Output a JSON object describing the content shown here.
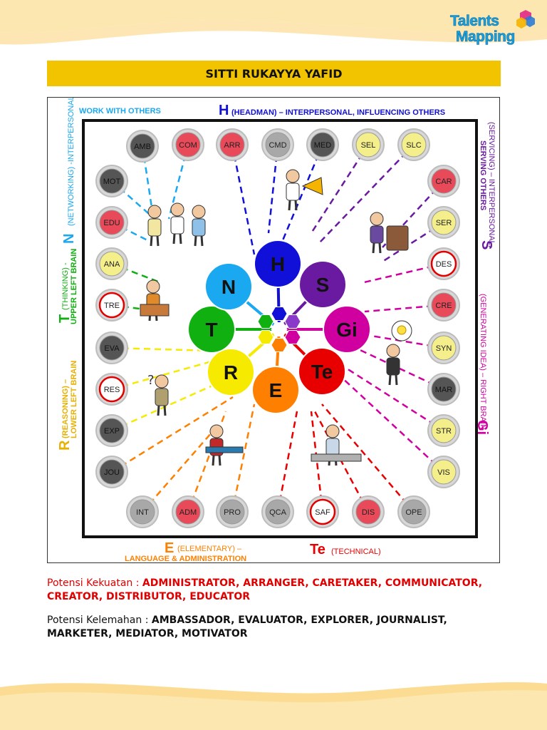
{
  "brand": {
    "line1": "Talents",
    "line2": "Mapping"
  },
  "person_name": "SITTI RUKAYYA YAFID",
  "diagram": {
    "center_circles": [
      {
        "code": "H",
        "color": "#1010d8"
      },
      {
        "code": "S",
        "color": "#6a1aa0"
      },
      {
        "code": "Gi",
        "color": "#d000a0"
      },
      {
        "code": "Te",
        "color": "#e80000"
      },
      {
        "code": "E",
        "color": "#ff8000"
      },
      {
        "code": "R",
        "color": "#f6ea00"
      },
      {
        "code": "T",
        "color": "#10b010"
      },
      {
        "code": "N",
        "color": "#1aa8f0"
      }
    ],
    "roles": [
      {
        "code": "AMB",
        "fill": "#555555"
      },
      {
        "code": "COM",
        "fill": "#e84a5a"
      },
      {
        "code": "ARR",
        "fill": "#e84a5a"
      },
      {
        "code": "CMD",
        "fill": "#a8a8a8"
      },
      {
        "code": "MED",
        "fill": "#555555"
      },
      {
        "code": "SEL",
        "fill": "#f4ef8a"
      },
      {
        "code": "SLC",
        "fill": "#f4ef8a"
      },
      {
        "code": "MOT",
        "fill": "#555555"
      },
      {
        "code": "EDU",
        "fill": "#e84a5a"
      },
      {
        "code": "ANA",
        "fill": "#f4ef8a"
      },
      {
        "code": "TRE",
        "fill": "#ffffff"
      },
      {
        "code": "EVA",
        "fill": "#555555"
      },
      {
        "code": "RES",
        "fill": "#ffffff"
      },
      {
        "code": "EXP",
        "fill": "#555555"
      },
      {
        "code": "JOU",
        "fill": "#555555"
      },
      {
        "code": "CAR",
        "fill": "#e84a5a"
      },
      {
        "code": "SER",
        "fill": "#f4ef8a"
      },
      {
        "code": "DES",
        "fill": "#ffffff"
      },
      {
        "code": "CRE",
        "fill": "#e84a5a"
      },
      {
        "code": "SYN",
        "fill": "#f4ef8a"
      },
      {
        "code": "MAR",
        "fill": "#555555"
      },
      {
        "code": "STR",
        "fill": "#f4ef8a"
      },
      {
        "code": "VIS",
        "fill": "#f4ef8a"
      },
      {
        "code": "INT",
        "fill": "#a8a8a8"
      },
      {
        "code": "ADM",
        "fill": "#e84a5a"
      },
      {
        "code": "PRO",
        "fill": "#a8a8a8"
      },
      {
        "code": "QCA",
        "fill": "#a8a8a8"
      },
      {
        "code": "SAF",
        "fill": "#ffffff"
      },
      {
        "code": "DIS",
        "fill": "#e84a5a"
      },
      {
        "code": "OPE",
        "fill": "#a8a8a8"
      }
    ],
    "labels": {
      "work_with_others": "WORK WITH OTHERS",
      "h_letter": "H",
      "h_text": "(HEADMAN) – INTERPERSONAL, INFLUENCING OTHERS",
      "n_letter": "N",
      "n_text": "(NETWORKING) -INTERPERSONAL",
      "t_letter": "T",
      "t_text1": "(THINKING) -",
      "t_text2": "UPPER LEFT BRAIN",
      "r_letter": "R",
      "r_text1": "(REASONING) –",
      "r_text2": "LOWER LEFT BRAIN",
      "s_letter": "S",
      "s_text1": "(SERVICING) – INTERPERSONAL,",
      "s_text2": "SERVING OTHERS",
      "gi_letter": "Gi",
      "gi_text": "(GENERATING IDEA) – RIGHT BRAIN",
      "e_letter": "E",
      "e_text1": "(ELEMENTARY) –",
      "e_text2": "LANGUAGE & ADMINISTRATION",
      "te_letter": "Te",
      "te_text": "(TECHNICAL)"
    }
  },
  "strengths": {
    "label": "Potensi Kekuatan : ",
    "line1": "ADMINISTRATOR, ARRANGER, CARETAKER, COMMUNICATOR,",
    "line2": "CREATOR, DISTRIBUTOR, EDUCATOR"
  },
  "weaknesses": {
    "label": "Potensi Kelemahan : ",
    "line1": "AMBASSADOR, EVALUATOR, EXPLORER, JOURNALIST,",
    "line2": "MARKETER, MEDIATOR, MOTIVATOR"
  },
  "colors": {
    "accent_yellow": "#f2c400",
    "strength_red": "#e00000"
  }
}
